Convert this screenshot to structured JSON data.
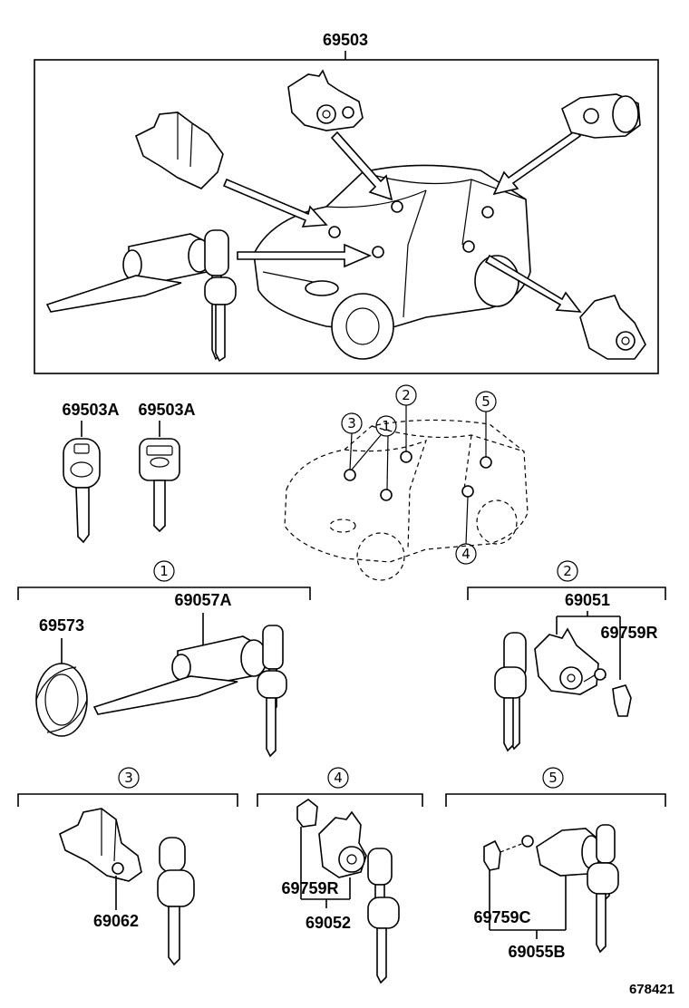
{
  "main_assembly": {
    "part_number": "69503"
  },
  "keys": {
    "key_a_label": "69503A",
    "key_b_label": "69503A"
  },
  "callout_numbers": [
    "1",
    "2",
    "3",
    "4",
    "5"
  ],
  "group1": {
    "marker": "1",
    "ring_label": "69573",
    "cylinder_label": "69057A"
  },
  "group2": {
    "marker": "2",
    "assembly_label": "69051",
    "clip_label": "69759R"
  },
  "group3": {
    "marker": "3",
    "assembly_label": "69062"
  },
  "group4": {
    "marker": "4",
    "clip_label": "69759R",
    "assembly_label": "69052"
  },
  "group5": {
    "marker": "5",
    "clip_label": "69759C",
    "assembly_label": "69055B"
  },
  "footer": {
    "illustration_number": "678421"
  }
}
